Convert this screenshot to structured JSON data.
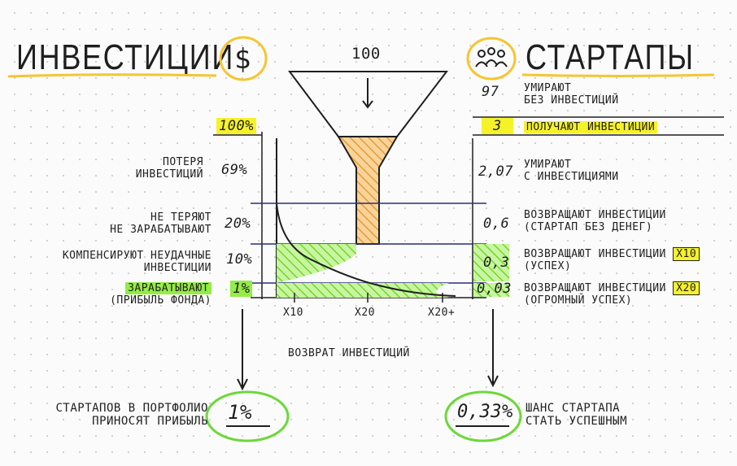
{
  "left_title": "ИНВЕСТИЦИИ",
  "left_title_icon": "dollar-icon",
  "right_title": "СТАРТАПЫ",
  "right_title_icon": "people-group-icon",
  "funnel_top": "100",
  "x_axis_label": "ВОЗВРАТ ИНВЕСТИЦИЙ",
  "x_ticks": [
    "X10",
    "X20",
    "X20+"
  ],
  "left_rows": [
    {
      "label": "",
      "value": "100%"
    },
    {
      "label_line1": "ПОТЕРЯ",
      "label_line2": "ИНВЕСТИЦИЙ",
      "value": "69%"
    },
    {
      "label_line1": "НЕ ТЕРЯЮТ",
      "label_line2": "НЕ ЗАРАБАТЫВАЮТ",
      "value": "20%"
    },
    {
      "label_line1": "КОМПЕНСИРУЮТ НЕУДАЧНЫЕ",
      "label_line2": "ИНВЕСТИЦИИ",
      "value": "10%"
    },
    {
      "label_line1": "ЗАРАБАТЫВАЮТ",
      "label_line2": "(ПРИБЫЛЬ ФОНДА)",
      "value": "1%"
    }
  ],
  "right_rows": [
    {
      "value": "97",
      "label_line1": "УМИРАЮТ",
      "label_line2": "БЕЗ ИНВЕСТИЦИЙ"
    },
    {
      "value": "3",
      "label_line1": "ПОЛУЧАЮТ ИНВЕСТИЦИИ",
      "label_line2": ""
    },
    {
      "value": "2,07",
      "label_line1": "УМИРАЮТ",
      "label_line2": "С ИНВЕСТИЦИЯМИ"
    },
    {
      "value": "0,6",
      "label_line1": "ВОЗВРАЩАЮТ ИНВЕСТИЦИИ",
      "label_line2": "(СТАРТАП БЕЗ ДЕНЕГ)"
    },
    {
      "value": "0,3",
      "label_line1": "ВОЗВРАЩАЮТ ИНВЕСТИЦИИ",
      "badge": "X10",
      "label_line2": "(УСПЕХ)"
    },
    {
      "value": "0,03",
      "label_line1": "ВОЗВРАЩАЮТ ИНВЕСТИЦИИ",
      "badge": "X20",
      "label_line2": "(ОГРОМНЫЙ УСПЕХ)"
    }
  ],
  "bottom_left_line1": "СТАРТАПОВ В ПОРТФОЛИО",
  "bottom_left_line2": "ПРИНОСЯТ ПРИБЫЛЬ",
  "bottom_left_value": "1%",
  "bottom_right_value": "0,33%",
  "bottom_right_line1": "ШАНС СТАРТАПА",
  "bottom_right_line2": "СТАТЬ УСПЕШНЫМ",
  "colors": {
    "yellow": "#f6f22a",
    "green": "#94ec46",
    "orange": "#f4b05a",
    "ink": "#1f1f1f",
    "navy": "#2b2d7a",
    "circle_yellow": "#f7c531"
  }
}
